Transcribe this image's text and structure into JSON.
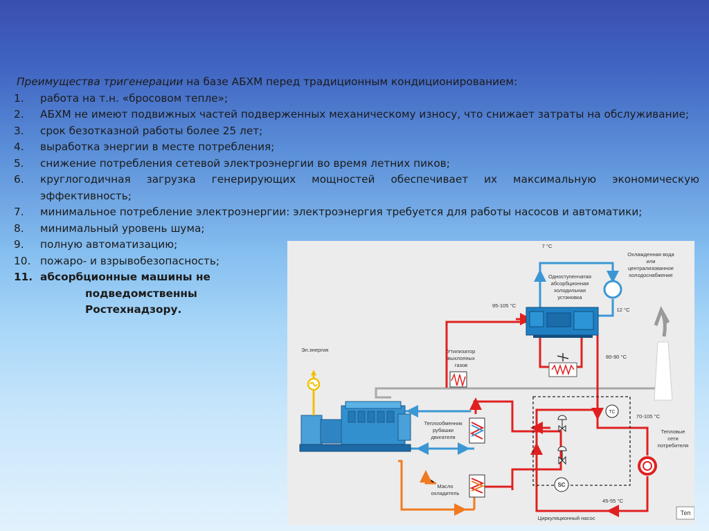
{
  "intro": {
    "italic": "Преимущества тригенерации",
    "rest": " на базе АБХМ перед традиционным кондиционированием:"
  },
  "items": [
    {
      "num": "1.",
      "text": "работа на т.н. «бросовом тепле»;"
    },
    {
      "num": "2.",
      "text": "АБХМ не имеют подвижных частей подверженных механическому износу, что снижает затраты на обслуживание;"
    },
    {
      "num": "3.",
      "text": "срок безотказной работы более 25 лет;"
    },
    {
      "num": "4.",
      "text": "выработка энергии в месте потребления;"
    },
    {
      "num": "5.",
      "text": "снижение потребления сетевой электроэнергии во время летних пиков;"
    },
    {
      "num": "6.",
      "text": "круглогодичная загрузка генерирующих мощностей обеспечивает их максимальную экономическую эффективность;"
    },
    {
      "num": "7.",
      "text": "минимальное потребление электроэнергии: электроэнергия требуется для работы насосов и автоматики;"
    },
    {
      "num": "8.",
      "text": "минимальный уровень шума;"
    },
    {
      "num": "9.",
      "text": "полную автоматизацию;"
    },
    {
      "num": "10.",
      "text": "пожаро- и взрывобезопасность;"
    }
  ],
  "item11": {
    "num": "11.",
    "line1": "абсорбционные машины не",
    "line2": "подведомственны Ростехнадзору."
  },
  "diagram": {
    "t_7": "7 °C",
    "chilled_water_1": "Охлажденная вода",
    "chilled_water_2": "или",
    "chilled_water_3": "централизованное",
    "chilled_water_4": "холодоснабжение",
    "absorber_1": "Одноступенчатая",
    "absorber_2": "абсорбционная",
    "absorber_3": "холодильная",
    "absorber_4": "установка",
    "t_12": "12 °C",
    "t_95_105": "95-105 °C",
    "utilizer_1": "Утилизатор",
    "utilizer_2": "выхлопных",
    "utilizer_3": "газов",
    "electricity": "Эл.энергия",
    "t_80_90": "80-90 °C",
    "jacket_1": "Теплообменник",
    "jacket_2": "рубашки",
    "jacket_3": "двигателя",
    "t_70_105": "70-105 °C",
    "heat_net_1": "Тепловые",
    "heat_net_2": "сети",
    "heat_net_3": "потребителя",
    "oil_1": "Масло",
    "oil_2": "охладитель",
    "t_45_55": "45-55 °C",
    "circ_pump": "Циркуляционный насос",
    "tc": "TC",
    "sc": "SC",
    "corner": "Теп"
  },
  "colors": {
    "hot": "#e02020",
    "cold": "#3a97d4",
    "oil": "#f07a20",
    "pipe_gray": "#a8a8a8",
    "machine": "#1f7fc2"
  }
}
